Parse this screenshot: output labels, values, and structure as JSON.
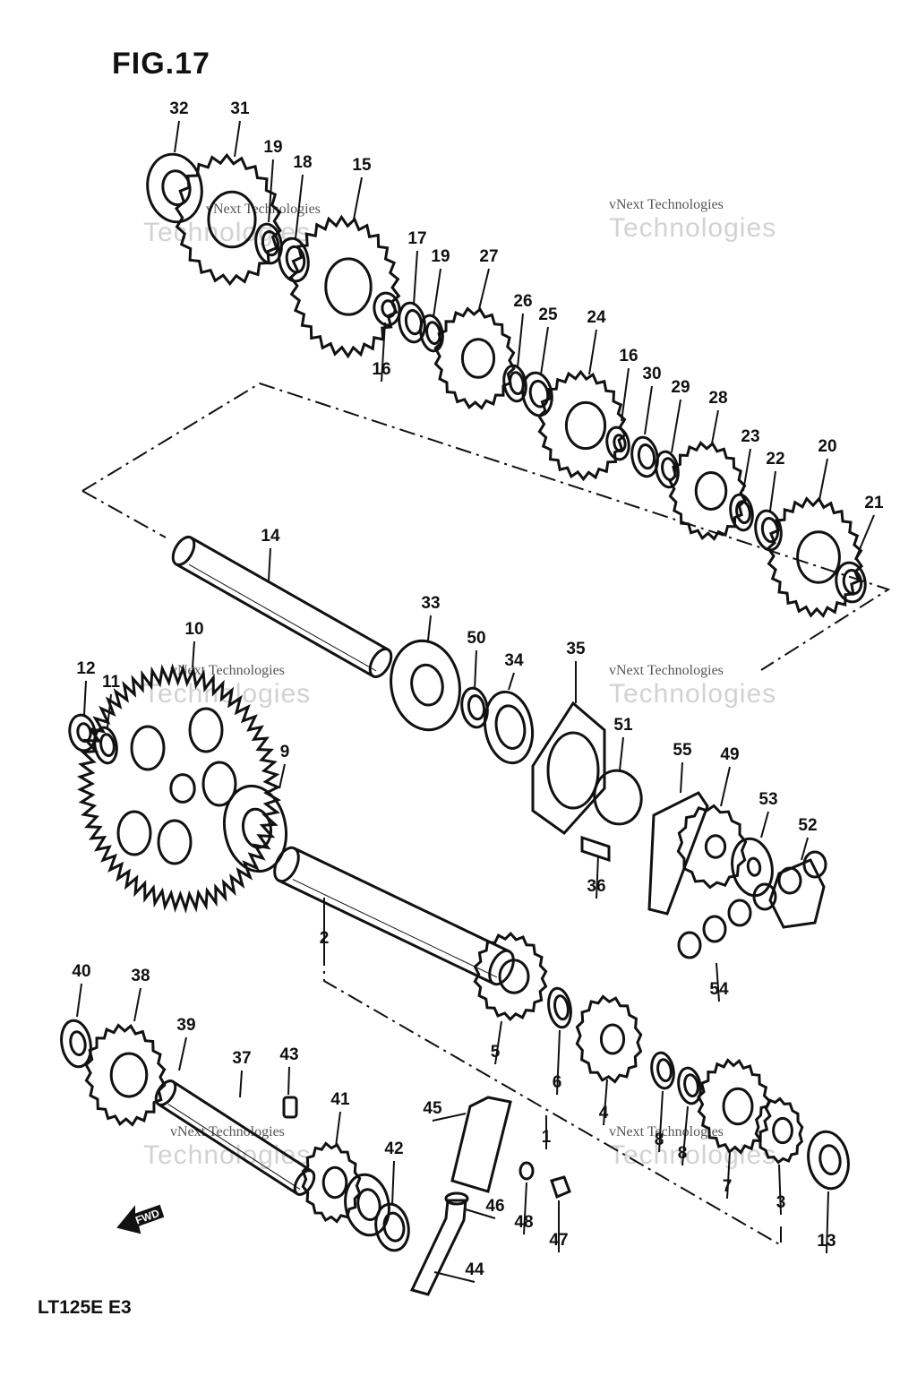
{
  "figure": {
    "title": "FIG.17",
    "model_code": "LT125E E3",
    "forward_label": "FWD"
  },
  "watermark": {
    "line1": "vNext Technologies",
    "line2": "Technologies"
  },
  "callouts": [
    "32",
    "31",
    "19",
    "18",
    "15",
    "17",
    "19",
    "27",
    "16",
    "26",
    "25",
    "24",
    "16",
    "30",
    "29",
    "28",
    "23",
    "22",
    "20",
    "21",
    "14",
    "33",
    "50",
    "34",
    "35",
    "51",
    "10",
    "12",
    "11",
    "9",
    "55",
    "49",
    "53",
    "52",
    "36",
    "2",
    "54",
    "40",
    "38",
    "39",
    "37",
    "43",
    "41",
    "42",
    "45",
    "5",
    "6",
    "4",
    "8",
    "8",
    "7",
    "3",
    "1",
    "48",
    "47",
    "46",
    "44",
    "13"
  ],
  "colors": {
    "ink": "#111111",
    "paper": "#ffffff",
    "watermark": "#cccccc"
  }
}
